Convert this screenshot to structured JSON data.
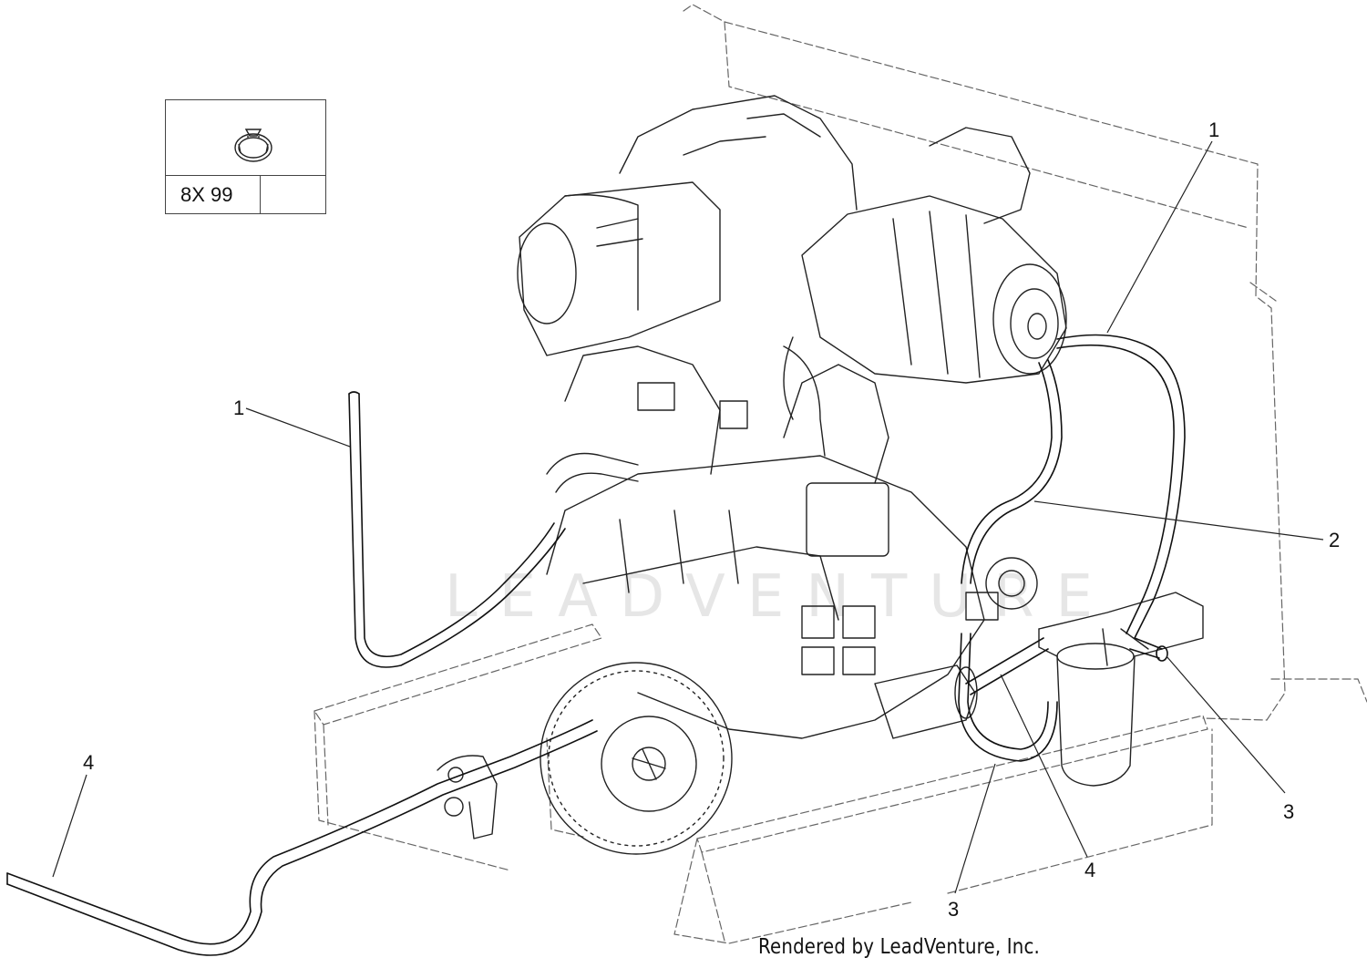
{
  "hardware_box": {
    "quantity_label": "8X 99",
    "icon": "hose-clamp-icon"
  },
  "callouts": {
    "c1_left": "1",
    "c1_right": "1",
    "c2": "2",
    "c3_right": "3",
    "c3_bottom": "3",
    "c4_left": "4",
    "c4_center": "4"
  },
  "watermark": "LEADVENTURE",
  "footer": {
    "credit": "Rendered by LeadVenture, Inc."
  }
}
